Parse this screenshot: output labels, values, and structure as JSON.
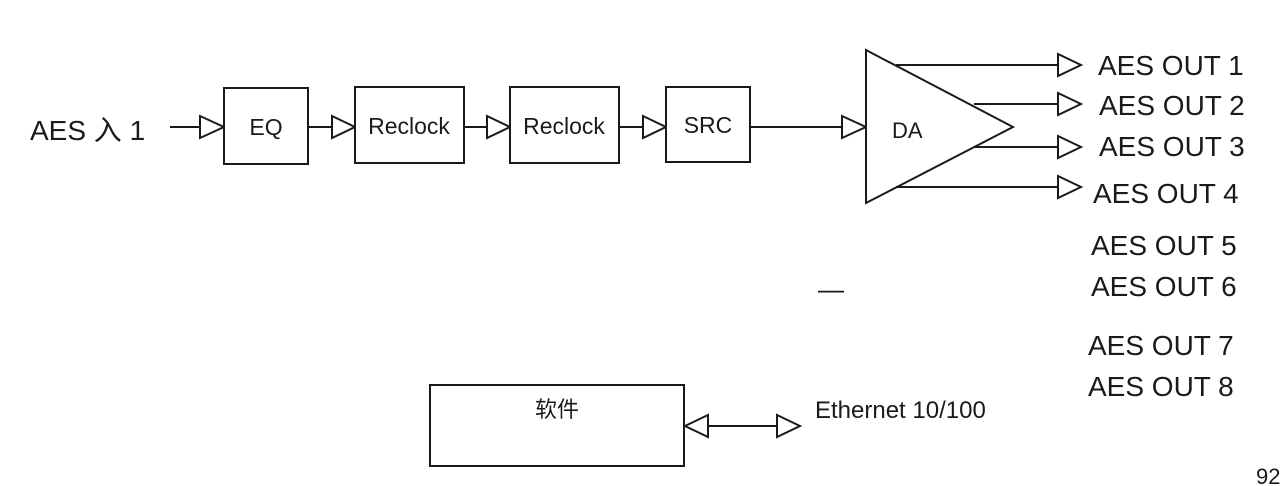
{
  "input_label": "AES 入 1",
  "blocks": {
    "eq": "EQ",
    "reclock1": "Reclock",
    "reclock2": "Reclock",
    "src": "SRC",
    "da": "DA"
  },
  "outputs": {
    "o1": "AES OUT 1",
    "o2": "AES OUT 2",
    "o3": "AES OUT 3",
    "o4": "AES OUT 4",
    "o5": "AES OUT 5",
    "o6": "AES OUT 6",
    "o7": "AES OUT 7",
    "o8": "AES OUT 8"
  },
  "stray_mark": "—",
  "software_label": "软件",
  "ethernet_label": "Ethernet 10/100",
  "page_number": "92"
}
